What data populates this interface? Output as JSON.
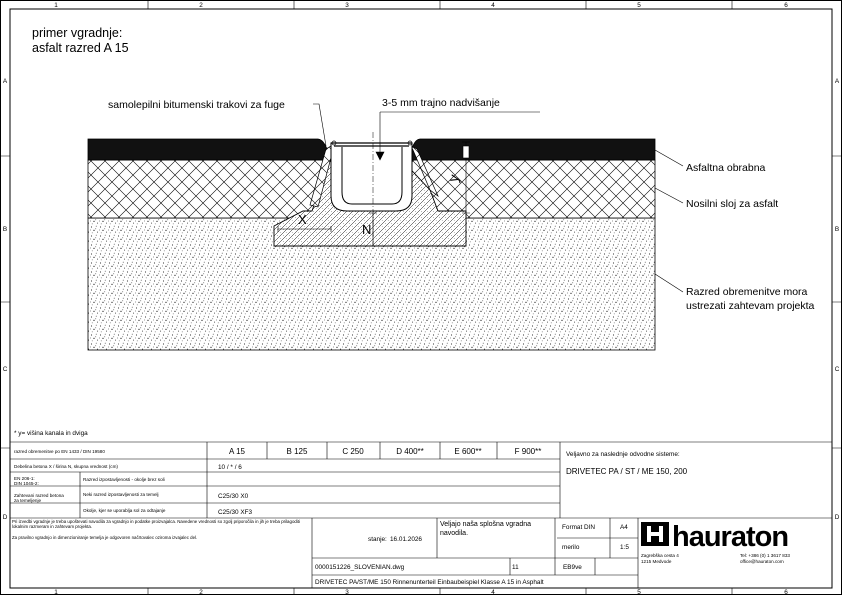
{
  "frame": {
    "columns": [
      "1",
      "2",
      "3",
      "4",
      "5",
      "6"
    ],
    "rows": [
      "A",
      "B",
      "C",
      "D"
    ]
  },
  "title": {
    "line1": "primer vgradnje:",
    "line2": "asfalt razred A 15"
  },
  "labels": {
    "tape": "samolepilni bitumenski trakovi za fuge",
    "raise": "3-5 mm trajno nadvišanje",
    "asphalt": "Asfaltna obrabna",
    "base": "Nosilni sloj za asfalt",
    "load_1": "Razred obremenitve mora",
    "load_2": "ustrezati zahtevam projekta",
    "dim_x": "X",
    "dim_n": "N",
    "dim_y": "y"
  },
  "footnote": "* y= višina kanala in dviga",
  "table": {
    "norm_label": "razred obremenitve po EN 1433 / DIN 19580",
    "classes": [
      "A 15",
      "B 125",
      "C 250",
      "D 400**",
      "E 600**",
      "F 900**"
    ],
    "row2_label": "Debelina betona X / širina N, skupna vrednost (cm)",
    "row2_value": "10 / * / 6",
    "side_label_1": "EN 206-1:",
    "side_label_2": "DIN 1045-2:",
    "side_label_3": "Zahtevani razred betona",
    "side_label_4": "za temeljenje",
    "row3_label": "Razred izpostavljenosti - okolje brez soli",
    "row4_label": "Neki razred izpostavljenosti za temelj",
    "row4_value": "C25/30 X0",
    "row5_label": "Okolje, kjer se uporablja sol za odtajanje",
    "row5_value": "C25/30 XF3",
    "validity_label": "Veljavno za naslednje odvodne sisteme:",
    "systems": "DRIVETEC PA / ST / ME 150, 200"
  },
  "notes": {
    "note1": "Pri izvedbi vgradnje je treba upoštevati navodila za vgradnjo in podatke proizvajalca. Navedene vrednosti so zgolj priporočila in jih je treba prilagoditi lokalnim razmeram in zahtevam projekta.",
    "note2": "Za pravilno vgradnjo in dimenzioniranje temelja je odgovoren načrtovalec oziroma izvajalec del."
  },
  "titleblock": {
    "status_label": "stanje:",
    "date": "16.01.2026",
    "instructions": "Veljajo naša splošna vgradna navodila.",
    "format_label": "Format DIN",
    "format_value": "A4",
    "scale_label": "merilo",
    "scale_value": "1:5",
    "filename": "0000151226_SLOVENIAN.dwg",
    "sheet": "11",
    "version": "EB9ve",
    "description": "DRIVETEC PA/ST/ME 150 Rinnenunterteil Einbaubeispiel Klasse A 15 in Asphalt",
    "logo": "hauraton",
    "address_1": "Zagrebška cesta 4",
    "address_2": "1215 Medvode",
    "phone": "Tel: +386 (0) 1 3617 833",
    "email": "office@hauraton.com"
  },
  "colors": {
    "line": "#000000",
    "asphalt": "#111111",
    "background": "#ffffff"
  }
}
